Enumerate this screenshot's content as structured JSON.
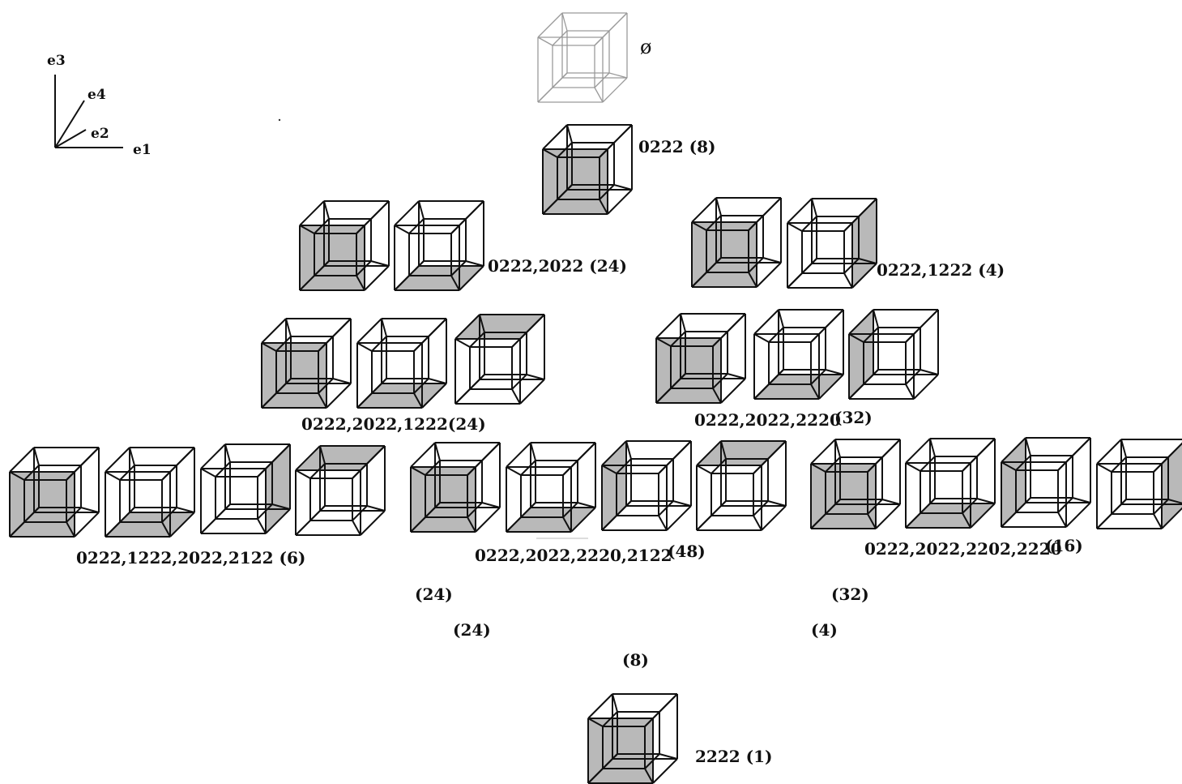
{
  "axes": {
    "e1": "e1",
    "e2": "e2",
    "e3": "e3",
    "e4": "e4"
  },
  "colors": {
    "shade": "#b9b9b9",
    "edge": "#111111",
    "faint_edge": "#9a9a9a"
  },
  "empty_symbol": "ø",
  "labels": {
    "top_single": "0222 (8)",
    "row2_left": "0222,2022 (24)",
    "row2_right": "0222,1222 (4)",
    "row3_left": "0222,2022,1222(24)",
    "row3_right_a": "0222,2022,2220",
    "row3_right_b": "(32)",
    "row4_left": "0222,1222,2022,2122 (6)",
    "row4_mid_a": "0222,2022,2220,2122",
    "row4_mid_b": "(48)",
    "row4_right_a": "0222,2022,2202,2220",
    "row4_right_b": "(16)",
    "count_24a": "(24)",
    "count_32": "(32)",
    "count_24b": "(24)",
    "count_4": "(4)",
    "count_8": "(8)",
    "bottom": "2222 (1)"
  },
  "tesseracts": [
    {
      "id": "empty",
      "shade": [],
      "faint": true
    },
    {
      "id": "r1-1",
      "shade": [
        "front"
      ]
    },
    {
      "id": "r2-1",
      "shade": [
        "front"
      ]
    },
    {
      "id": "r2-2",
      "shade": [
        "bottom"
      ]
    },
    {
      "id": "r2-3",
      "shade": [
        "front"
      ]
    },
    {
      "id": "r2-4",
      "shade": [
        "right"
      ]
    },
    {
      "id": "r3-1",
      "shade": [
        "front"
      ]
    },
    {
      "id": "r3-2",
      "shade": [
        "bottom"
      ]
    },
    {
      "id": "r3-3",
      "shade": [
        "top"
      ]
    },
    {
      "id": "r3-4",
      "shade": [
        "front"
      ]
    },
    {
      "id": "r3-5",
      "shade": [
        "bottom"
      ]
    },
    {
      "id": "r3-6",
      "shade": [
        "left"
      ]
    },
    {
      "id": "r4-1",
      "shade": [
        "front"
      ]
    },
    {
      "id": "r4-2",
      "shade": [
        "bottom"
      ]
    },
    {
      "id": "r4-3",
      "shade": [
        "right"
      ]
    },
    {
      "id": "r4-4",
      "shade": [
        "top"
      ]
    },
    {
      "id": "r4-5",
      "shade": [
        "front"
      ]
    },
    {
      "id": "r4-6",
      "shade": [
        "bottom"
      ]
    },
    {
      "id": "r4-7",
      "shade": [
        "left"
      ]
    },
    {
      "id": "r4-8",
      "shade": [
        "top"
      ]
    },
    {
      "id": "r4-9",
      "shade": [
        "front"
      ]
    },
    {
      "id": "r4-10",
      "shade": [
        "bottom"
      ]
    },
    {
      "id": "r4-11",
      "shade": [
        "left"
      ]
    },
    {
      "id": "r4-12",
      "shade": [
        "right"
      ]
    },
    {
      "id": "final",
      "shade": [
        "front"
      ]
    }
  ]
}
